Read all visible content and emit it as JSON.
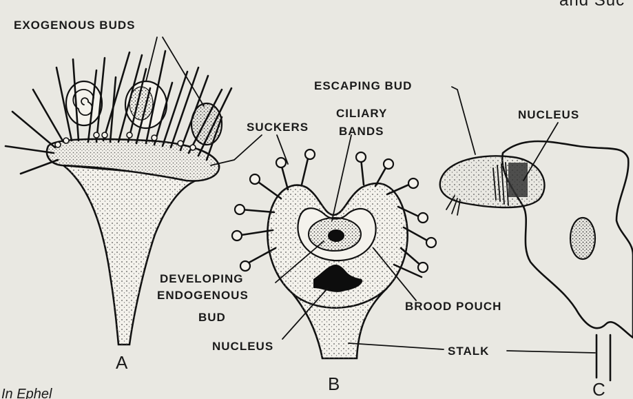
{
  "labels": {
    "exogenous_buds": "EXOGENOUS BUDS",
    "suckers": "SUCKERS",
    "ciliary_bands_line1": "CILIARY",
    "ciliary_bands_line2": "BANDS",
    "escaping_bud": "ESCAPING BUD",
    "nucleus_c": "NUCLEUS",
    "developing_line1": "DEVELOPING",
    "developing_line2": "ENDOGENOUS",
    "developing_line3": "BUD",
    "brood_pouch": "BROOD POUCH",
    "nucleus_b": "NUCLEUS",
    "stalk": "STALK",
    "fig_a": "A",
    "fig_b": "B",
    "fig_c": "C",
    "caption_fragment": "In Ephel",
    "top_fragment": "and Suc"
  }
}
